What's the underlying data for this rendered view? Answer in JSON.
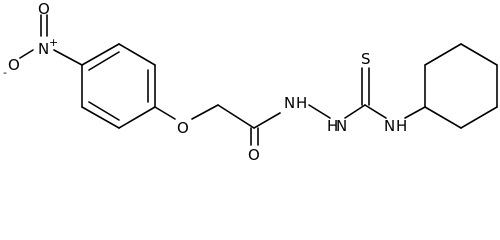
{
  "molecule": {
    "atoms": {
      "nitro_n": "N",
      "nitro_o_top": "O",
      "nitro_o_minus": "O",
      "nitro_plus": "+",
      "nitro_minus": "-",
      "ether_o": "O",
      "carbonyl_o": "O",
      "hydrazide_n1": "N",
      "hydrazide_h1": "H",
      "hydrazide_n2": "N",
      "hydrazide_h2": "H",
      "thione_s": "S",
      "amine_n": "N",
      "amine_h": "H"
    }
  }
}
